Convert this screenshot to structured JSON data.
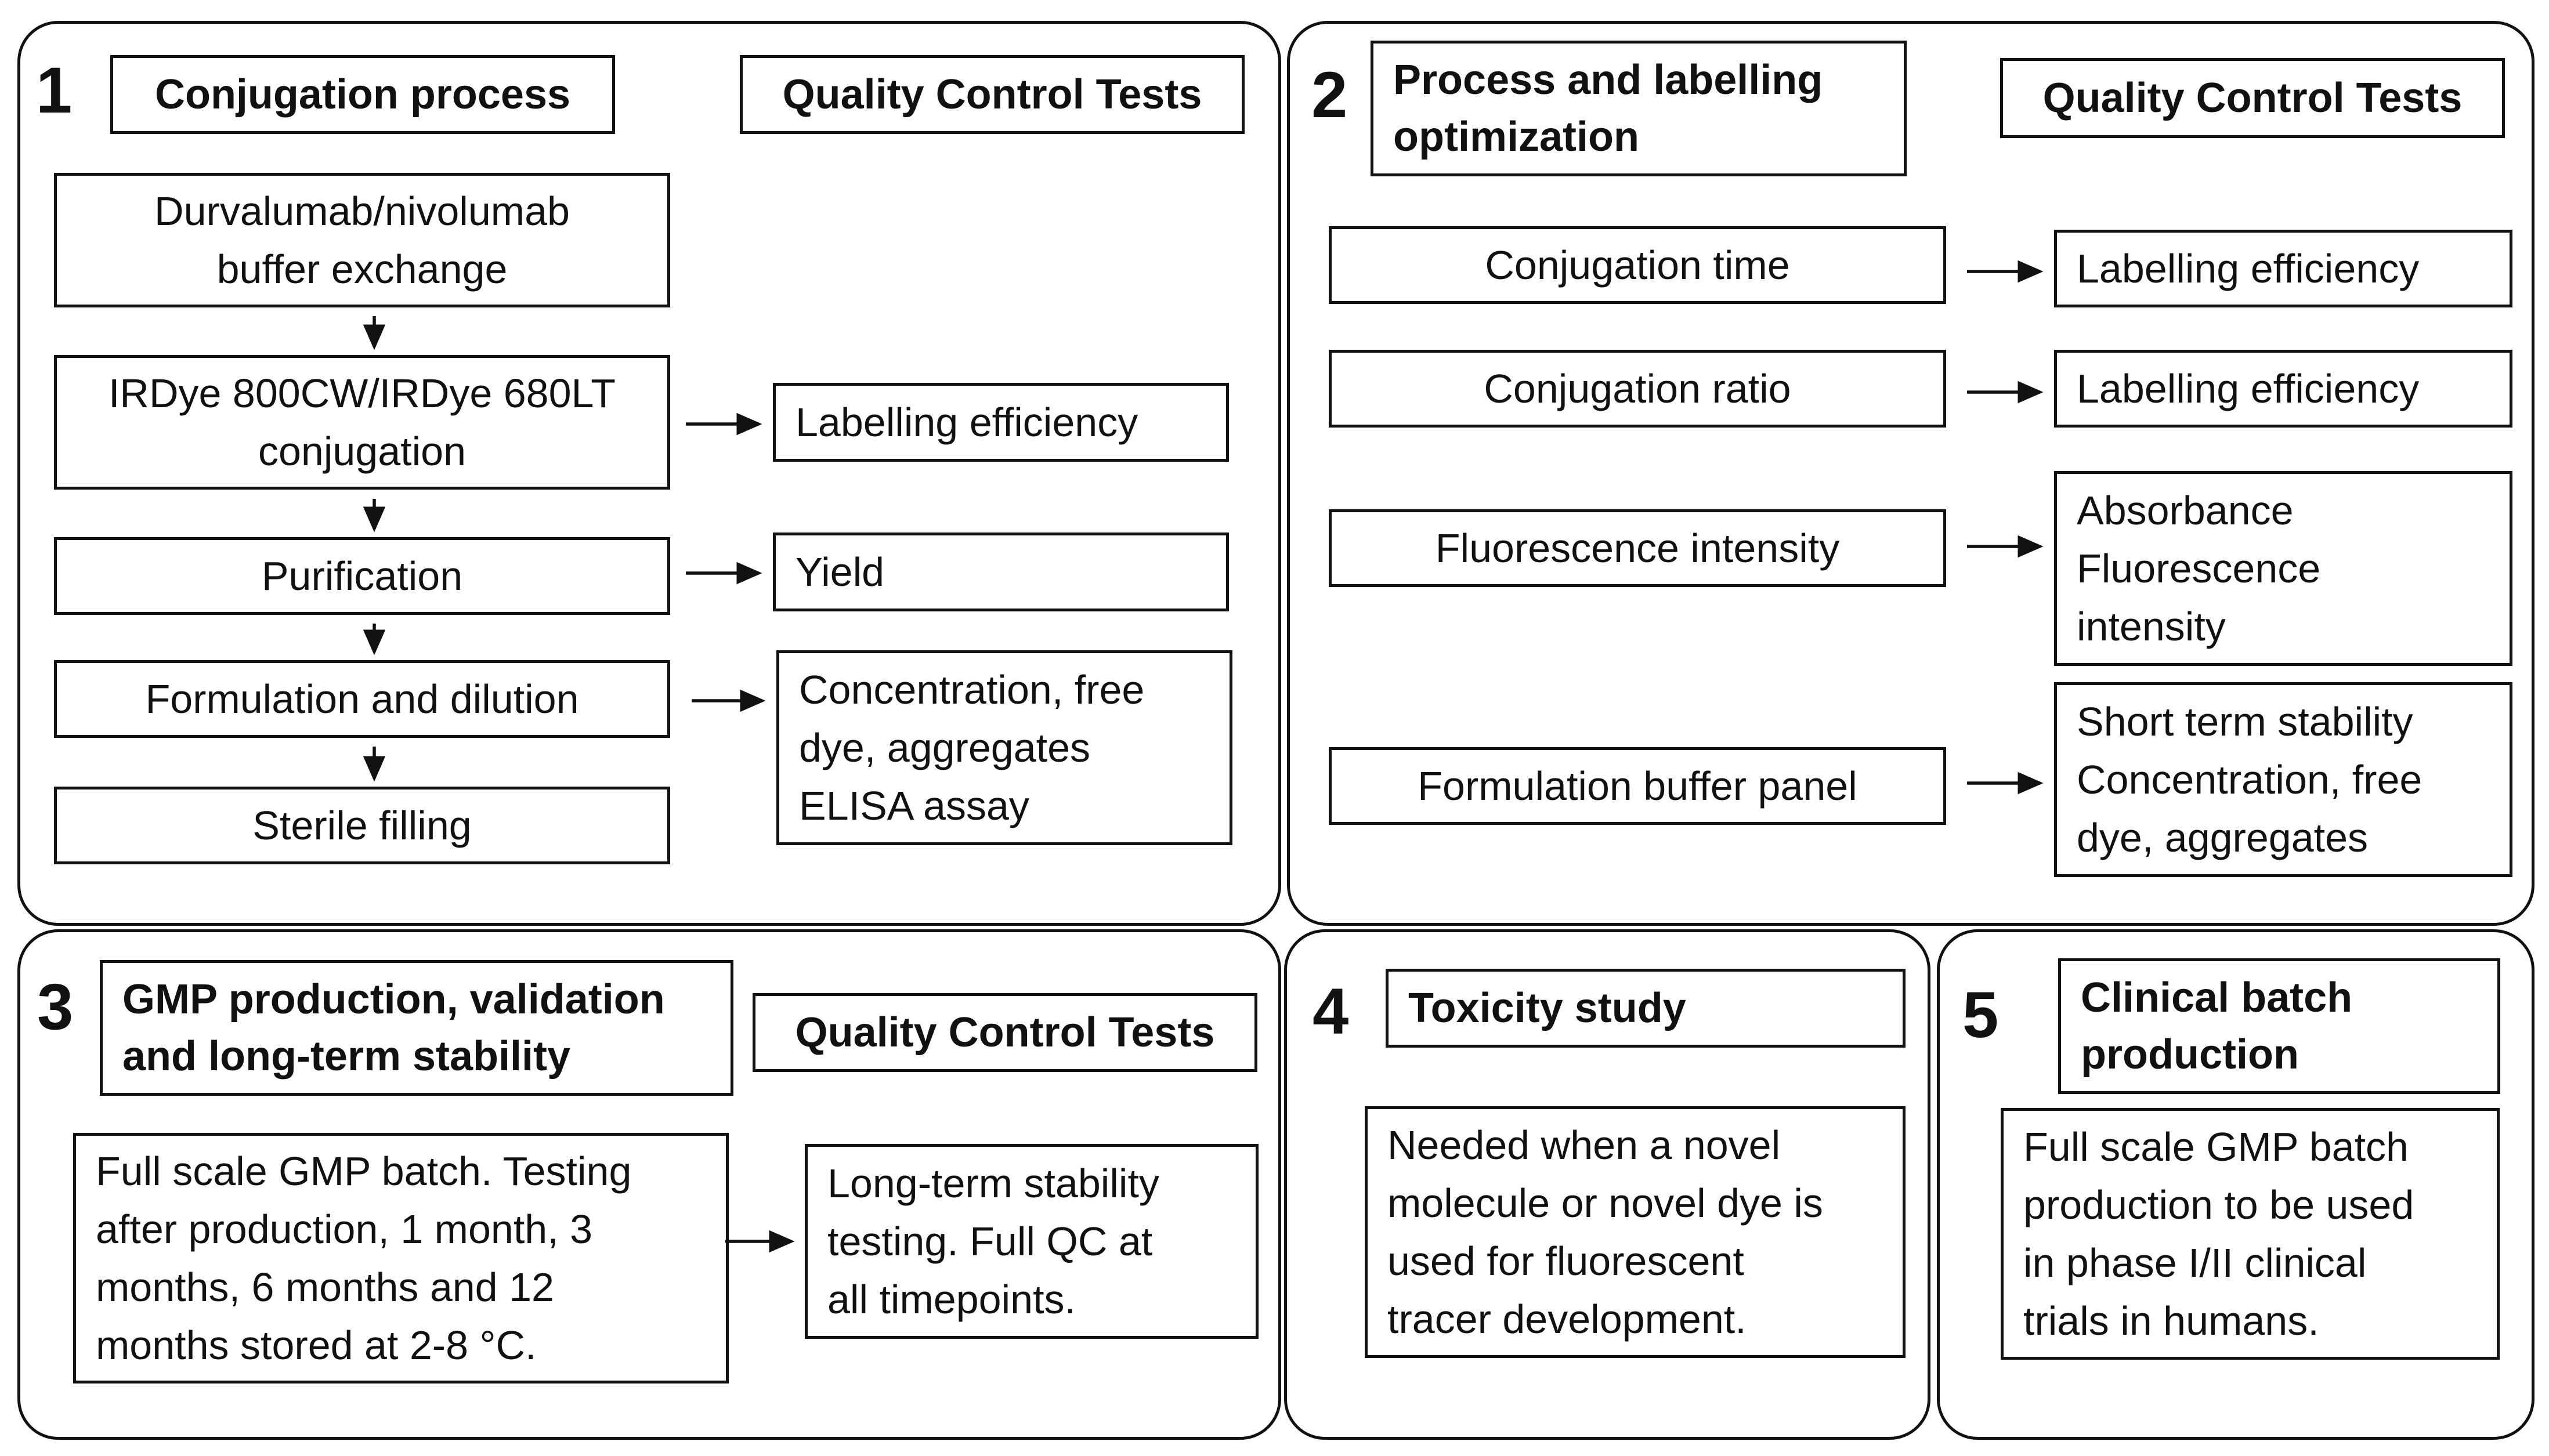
{
  "panel1": {
    "number": "1",
    "title": "Conjugation process",
    "qc_header": "Quality Control Tests",
    "steps": [
      "Durvalumab/nivolumab\nbuffer exchange",
      "IRDye 800CW/IRDye 680LT\nconjugation",
      "Purification",
      "Formulation and dilution",
      "Sterile filling"
    ],
    "qc": [
      "Labelling efficiency",
      "Yield",
      "Concentration, free\ndye, aggregates\nELISA assay"
    ]
  },
  "panel2": {
    "number": "2",
    "title": "Process and labelling\noptimization",
    "qc_header": "Quality Control Tests",
    "params": [
      "Conjugation time",
      "Conjugation ratio",
      "Fluorescence intensity",
      "Formulation buffer panel"
    ],
    "qc": [
      "Labelling efficiency",
      "Labelling efficiency",
      "Absorbance\nFluorescence\nintensity",
      "Short term stability\nConcentration, free\ndye, aggregates"
    ]
  },
  "panel3": {
    "number": "3",
    "title": "GMP production, validation\nand long-term stability",
    "qc_header": "Quality Control Tests",
    "description": "Full scale GMP batch. Testing\nafter production, 1 month, 3\nmonths, 6 months and 12\nmonths stored at 2-8 °C.",
    "qc": "Long-term stability\ntesting. Full QC at\nall timepoints."
  },
  "panel4": {
    "number": "4",
    "title": "Toxicity study",
    "description": "Needed when a novel\nmolecule or novel dye is\nused for fluorescent\ntracer development."
  },
  "panel5": {
    "number": "5",
    "title": "Clinical batch\nproduction",
    "description": "Full scale GMP batch\nproduction to be used\nin phase I/II clinical\ntrials in humans."
  }
}
